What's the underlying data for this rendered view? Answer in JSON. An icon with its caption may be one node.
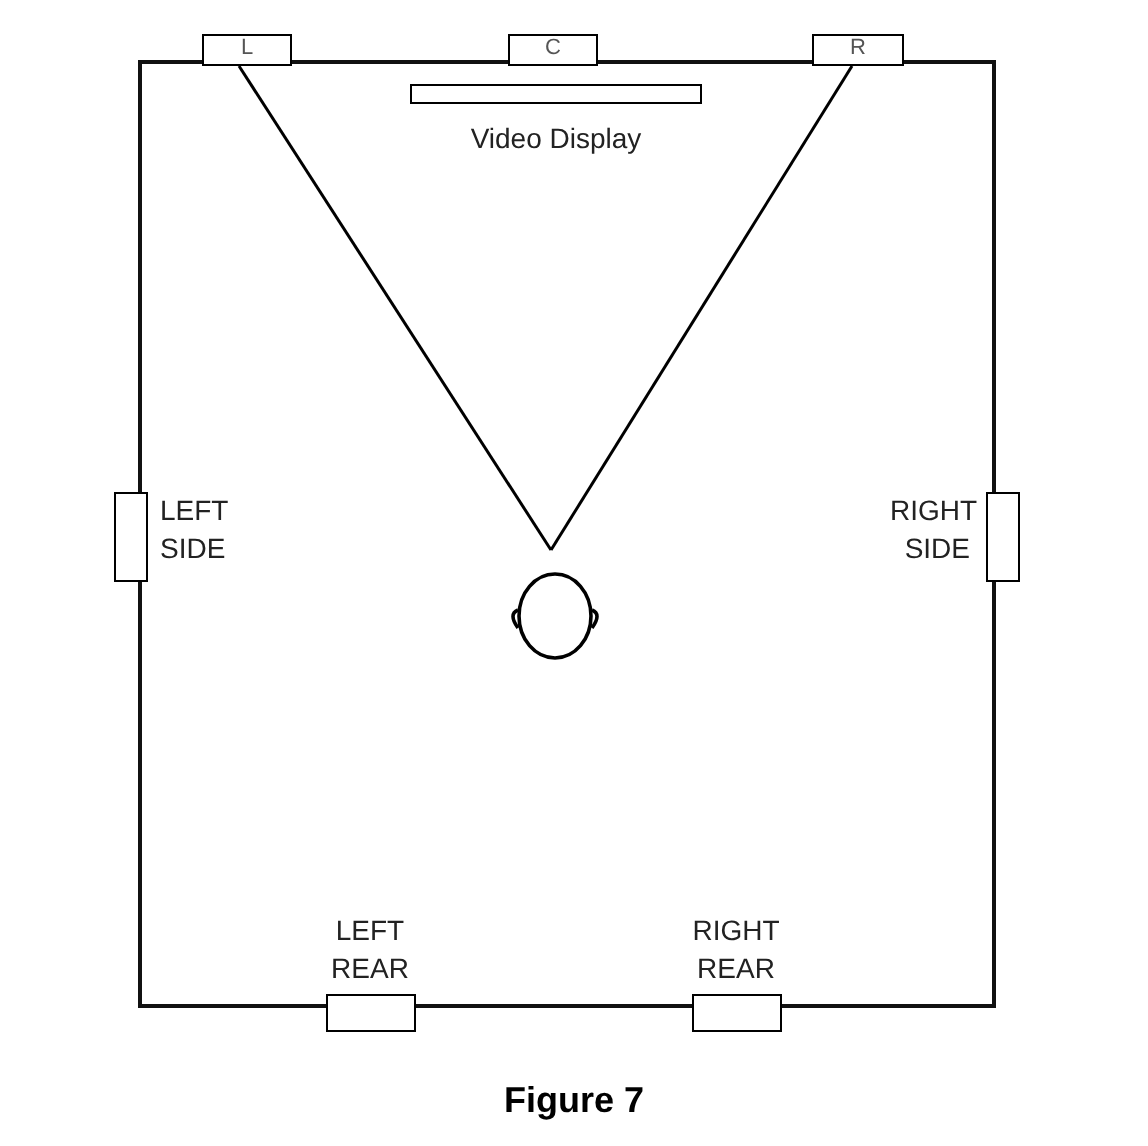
{
  "diagram": {
    "caption": "Figure 7",
    "nodes": [
      {
        "text": [],
        "shape": "box"
      },
      {
        "text": [
          "L"
        ]
      },
      {
        "text": [
          "C"
        ]
      },
      {
        "text": [
          "R"
        ]
      },
      {
        "text": [
          "Video Display"
        ],
        "in": 0
      },
      {
        "text": [
          "LEFT SIDE"
        ]
      },
      {
        "text": [
          "RIGHT SIDE"
        ]
      },
      {
        "text": [],
        "shape": "person",
        "in": 0
      },
      {
        "text": [
          "LEFT REAR"
        ]
      },
      {
        "text": [
          "RIGHT REAR"
        ]
      }
    ],
    "edges": [
      {
        "from": 1,
        "to": 7,
        "arrow": "none"
      },
      {
        "from": 3,
        "to": 7,
        "arrow": "none"
      }
    ]
  }
}
